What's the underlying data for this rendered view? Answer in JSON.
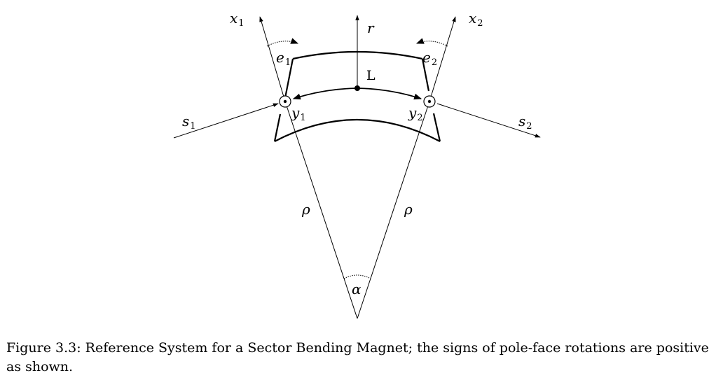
{
  "figure": {
    "labels": {
      "x1": "x",
      "x1_sub": "1",
      "x2": "x",
      "x2_sub": "2",
      "r": "r",
      "e1": "e",
      "e1_sub": "1",
      "e2": "e",
      "e2_sub": "2",
      "L": "L",
      "s1": "s",
      "s1_sub": "1",
      "s2": "s",
      "s2_sub": "2",
      "y1": "y",
      "y1_sub": "1",
      "y2": "y",
      "y2_sub": "2",
      "rho_left": "ρ",
      "rho_right": "ρ",
      "alpha": "α"
    }
  },
  "caption": {
    "text": "Figure 3.3: Reference System for a Sector Bending Magnet; the signs of pole-face rotations are positive as shown."
  }
}
